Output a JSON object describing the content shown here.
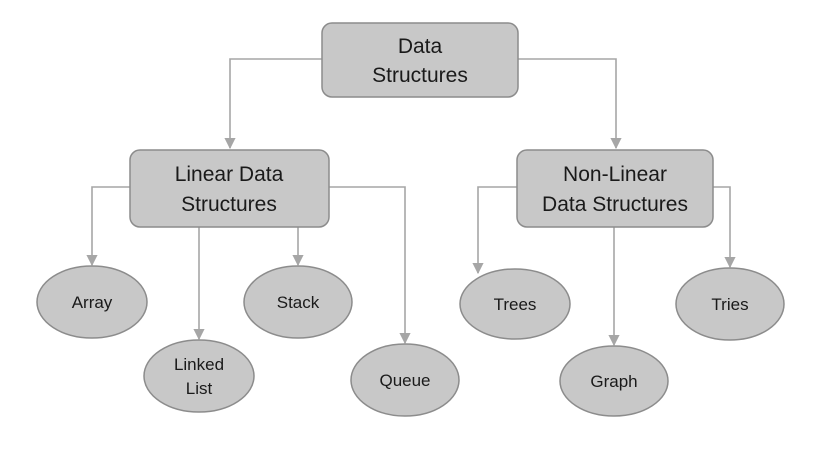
{
  "root": {
    "line1": "Data",
    "line2": "Structures"
  },
  "linear": {
    "line1": "Linear Data",
    "line2": "Structures",
    "children": {
      "array": "Array",
      "linked_list_1": "Linked",
      "linked_list_2": "List",
      "stack": "Stack",
      "queue": "Queue"
    }
  },
  "nonlinear": {
    "line1": "Non-Linear",
    "line2": "Data Structures",
    "children": {
      "trees": "Trees",
      "graph": "Graph",
      "tries": "Tries"
    }
  }
}
